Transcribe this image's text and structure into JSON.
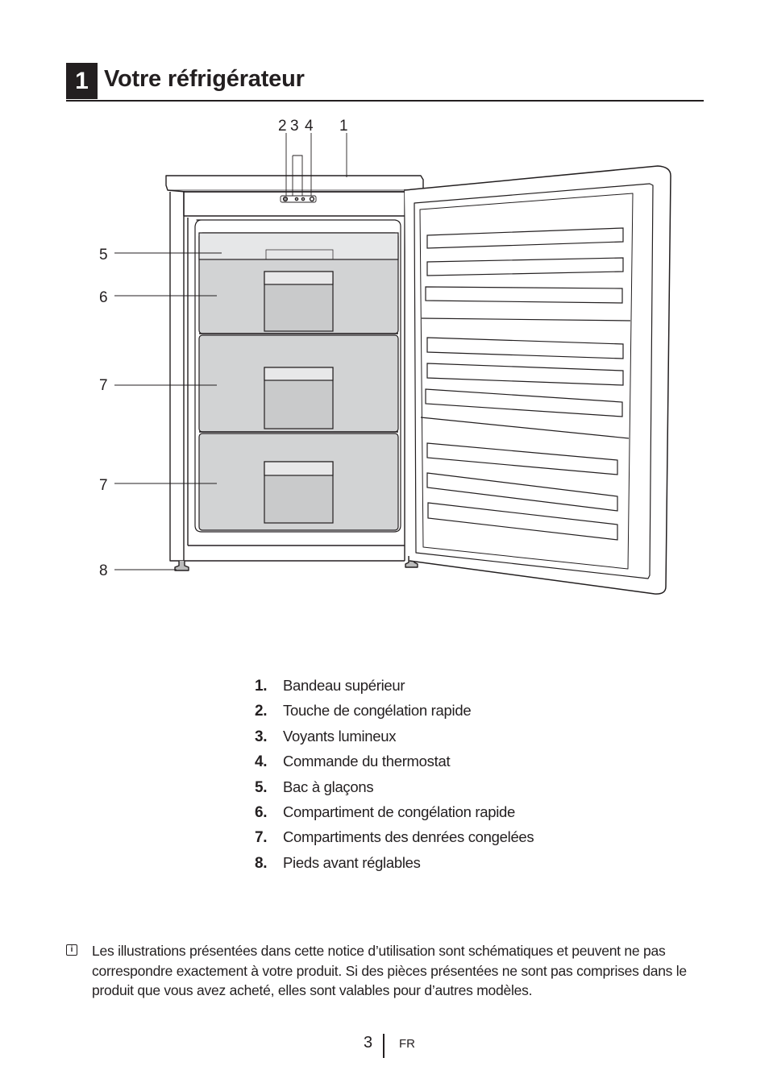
{
  "section": {
    "number": "1",
    "title": "Votre réfrigérateur"
  },
  "diagram": {
    "callouts": {
      "top": [
        "2",
        "3",
        "4",
        "1"
      ],
      "left": [
        "5",
        "6",
        "7",
        "7",
        "8"
      ]
    }
  },
  "legend": [
    {
      "num": "1.",
      "label": "Bandeau supérieur"
    },
    {
      "num": "2.",
      "label": "Touche de congélation rapide"
    },
    {
      "num": "3.",
      "label": "Voyants lumineux"
    },
    {
      "num": "4.",
      "label": "Commande du thermostat"
    },
    {
      "num": "5.",
      "label": "Bac à glaçons"
    },
    {
      "num": "6.",
      "label": "Compartiment de congélation rapide"
    },
    {
      "num": "7.",
      "label": "Compartiments des denrées congelées"
    },
    {
      "num": "8.",
      "label": "Pieds avant réglables"
    }
  ],
  "note": {
    "icon": "info-icon",
    "text": "Les illustrations présentées dans cette notice d’utilisation sont schématiques et peuvent ne pas correspondre exactement à votre produit. Si des pièces présentées ne sont pas comprises dans le produit que vous avez acheté, elles sont valables pour d’autres modèles."
  },
  "footer": {
    "page": "3",
    "lang": "FR"
  }
}
